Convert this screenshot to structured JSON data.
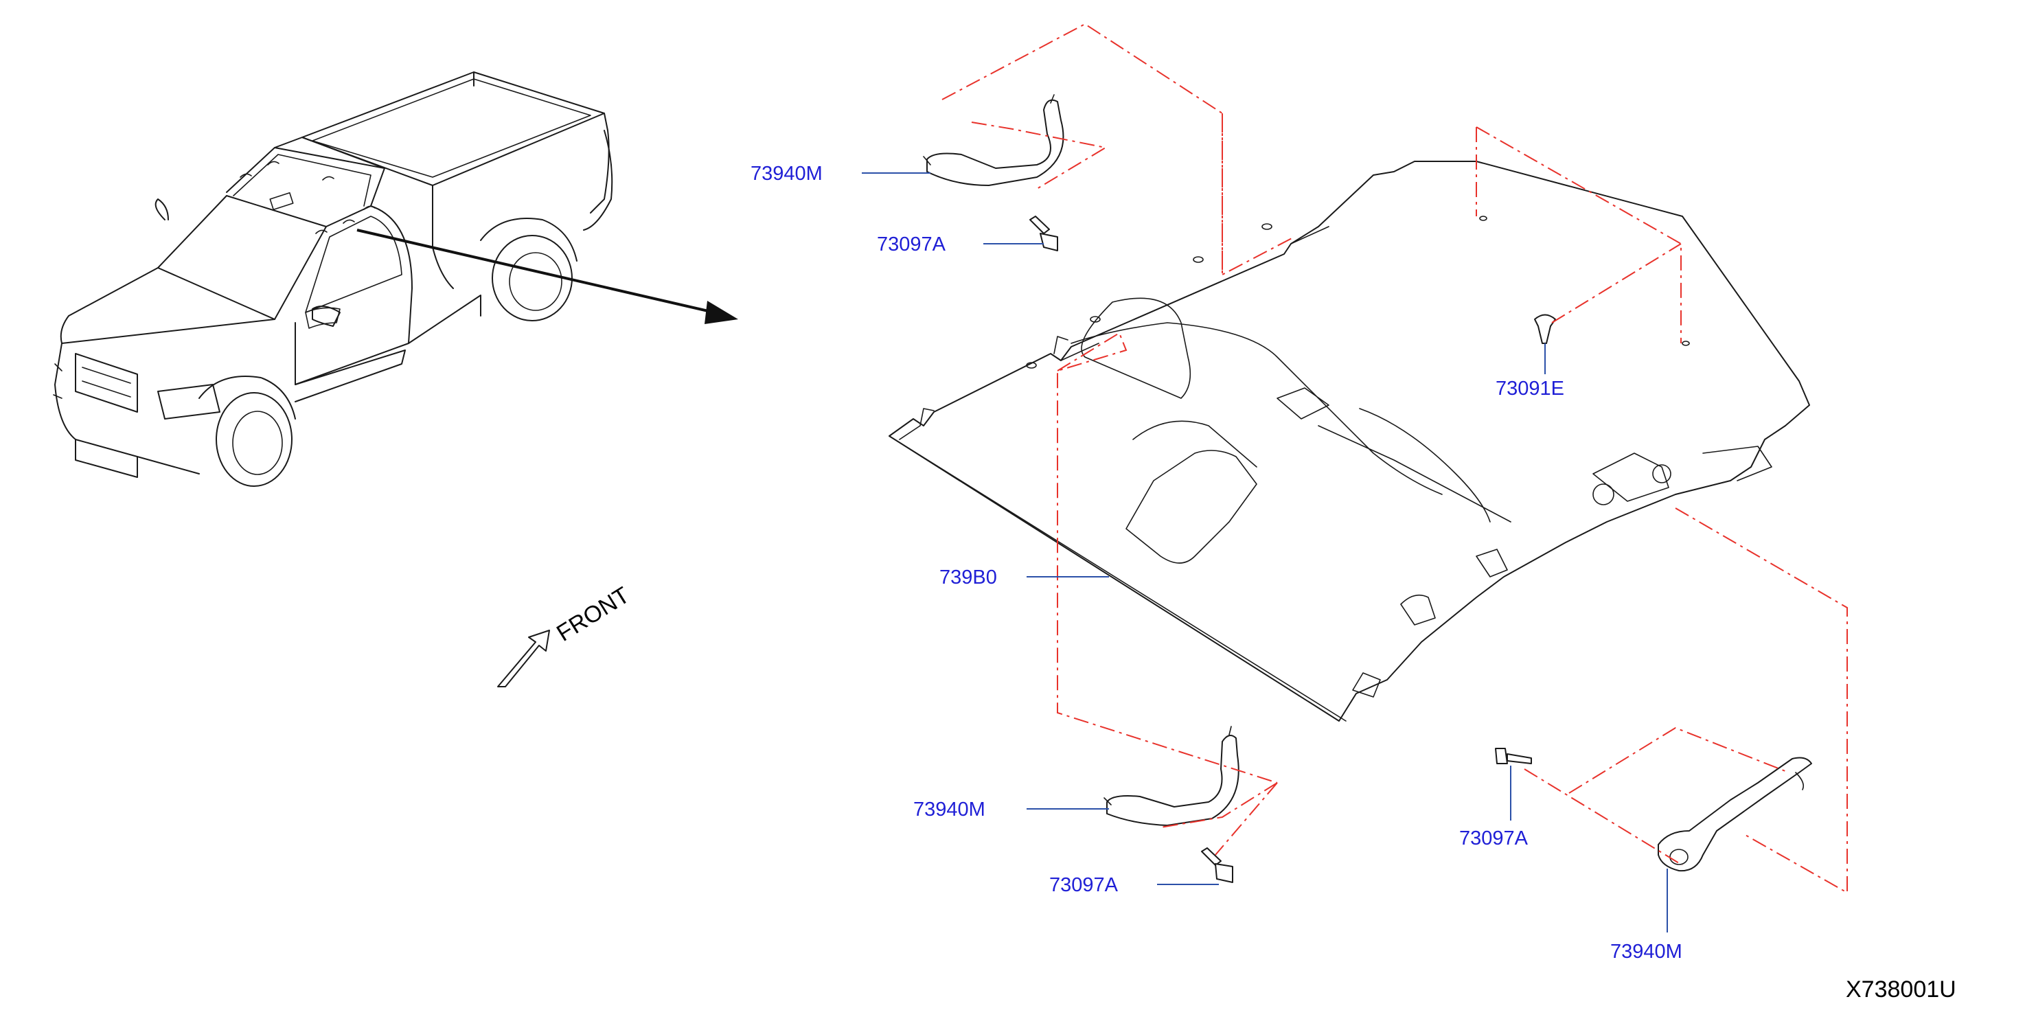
{
  "colors": {
    "label": "#1f1fd6",
    "leader": "#2b50a8",
    "dashed_line": "#e8322b",
    "outline": "#1a1a1a",
    "text_black": "#000000"
  },
  "labels": {
    "handle_upper": "73940M",
    "bolt_upper": "73097A",
    "clip": "73091E",
    "headlining": "739B0",
    "handle_lower": "73940M",
    "bolt_lower": "73097A",
    "bolt_right": "73097A",
    "handle_right": "73940M"
  },
  "front_indicator": "FRONT",
  "diagram_id": "X738001U"
}
